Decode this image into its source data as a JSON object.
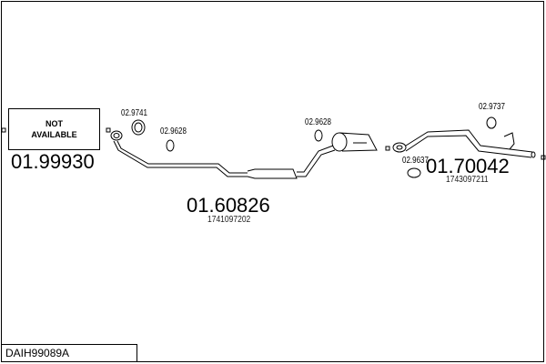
{
  "parts": {
    "not_available": {
      "line1": "NOT",
      "line2": "AVAILABLE",
      "number": "01.99930"
    },
    "front_pipe": {
      "number": "01.60826",
      "oem": "1741097202"
    },
    "rear_pipe": {
      "number": "01.70042",
      "oem": "1743097211"
    }
  },
  "accessories": {
    "gasket_front": "02.9741",
    "hanger_front": "02.9628",
    "hanger_mid": "02.9628",
    "gasket_rear": "02.9637",
    "hanger_rear": "02.9737"
  },
  "diagram_code": "DAIH99089A"
}
